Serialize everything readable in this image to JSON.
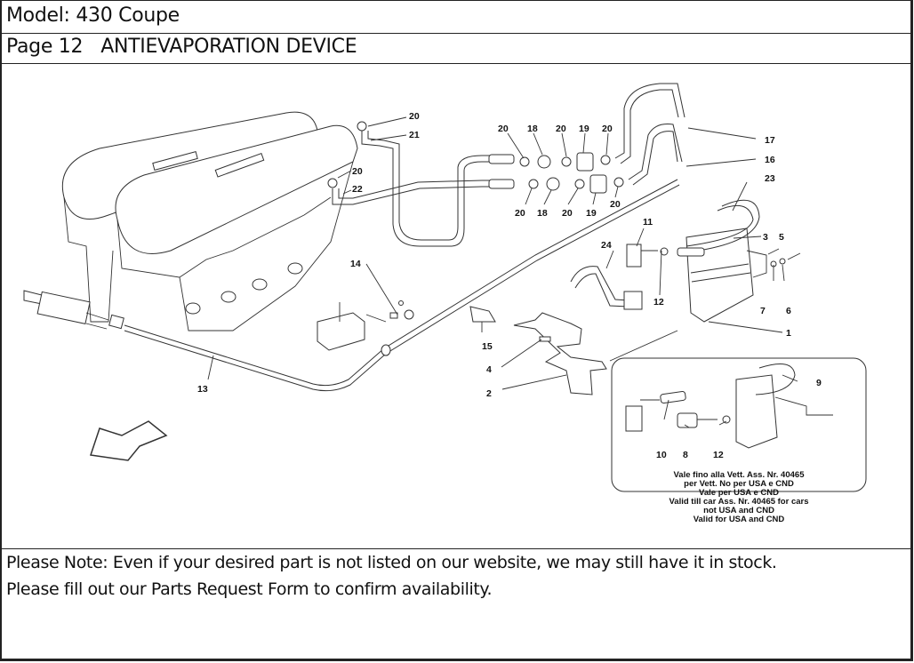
{
  "header": {
    "model_label": "Model: 430 Coupe",
    "page_label": "Page 12   ANTIEVAPORATION DEVICE"
  },
  "diagram": {
    "callouts": {
      "c20a": "20",
      "c21": "21",
      "c20b": "20",
      "c22": "22",
      "c20c": "20",
      "c18a": "18",
      "c20d": "20",
      "c19a": "19",
      "c20e": "20",
      "c20f": "20",
      "c18b": "18",
      "c20g": "20",
      "c19b": "19",
      "c20h": "20",
      "c17": "17",
      "c16": "16",
      "c23": "23",
      "c3": "3",
      "c5": "5",
      "c7": "7",
      "c6": "6",
      "c1": "1",
      "c11": "11",
      "c12": "12",
      "c24": "24",
      "c14": "14",
      "c15": "15",
      "c4": "4",
      "c2": "2",
      "c13": "13",
      "c9": "9",
      "c10": "10",
      "c8": "8",
      "c12b": "12"
    },
    "inset_caption": [
      "Vale fino alla Vett. Ass. Nr. 40465",
      "per Vett. No per USA e CND",
      "Vale per USA e CND",
      "Valid till car Ass. Nr. 40465 for cars",
      "not USA and CND",
      "Valid for USA and CND"
    ]
  },
  "note": {
    "line1": "Please Note: Even if your desired part is not listed on our website, we may still have it in stock.",
    "line2": "Please fill out our Parts Request Form to confirm availability."
  }
}
